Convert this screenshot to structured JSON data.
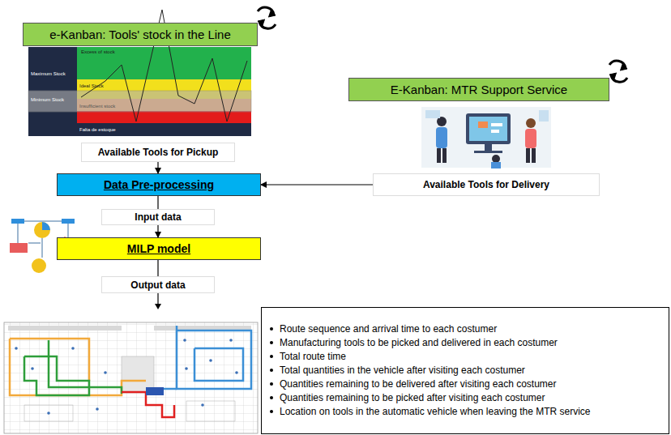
{
  "diagram": {
    "nodes": [
      {
        "text": [
          "e-Kanban: Tools' stock in the Line"
        ]
      },
      {
        "text": [
          "Available Tools for Pickup"
        ]
      },
      {
        "text": [
          "E-Kanban: MTR Support Service"
        ]
      },
      {
        "text": [
          "Available Tools for Delivery"
        ]
      },
      {
        "text": [
          "Data Pre-processing"
        ]
      },
      {
        "text": [
          "Input data"
        ]
      },
      {
        "text": [
          "MILP model"
        ]
      },
      {
        "text": [
          "Output data"
        ]
      },
      {
        "text": [
          "Route sequence and arrival time to each costumer",
          "Manufacturing tools to be picked and delivered in each costumer",
          "Total route time",
          "Total quantities in the vehicle after visiting each costumer",
          "Quantities remaining to be delivered after visiting each costumer",
          "Quantities remaining to be picked after visiting each costumer",
          "Location on tools in the automatic vehicle when leaving the MTR service"
        ]
      }
    ],
    "edges": [
      {
        "from": 1,
        "to": 4,
        "arrow": "to"
      },
      {
        "from": 3,
        "to": 4,
        "arrow": "to"
      },
      {
        "from": 4,
        "to": 5,
        "arrow": "none"
      },
      {
        "from": 5,
        "to": 6,
        "arrow": "to"
      },
      {
        "from": 6,
        "to": 7,
        "arrow": "none"
      }
    ],
    "labels": [
      "Excess of stock",
      "Maximum Stock",
      "Ideal Stock",
      "Minimum Stock",
      "Insufficient stock",
      "Falta de estoque"
    ]
  }
}
